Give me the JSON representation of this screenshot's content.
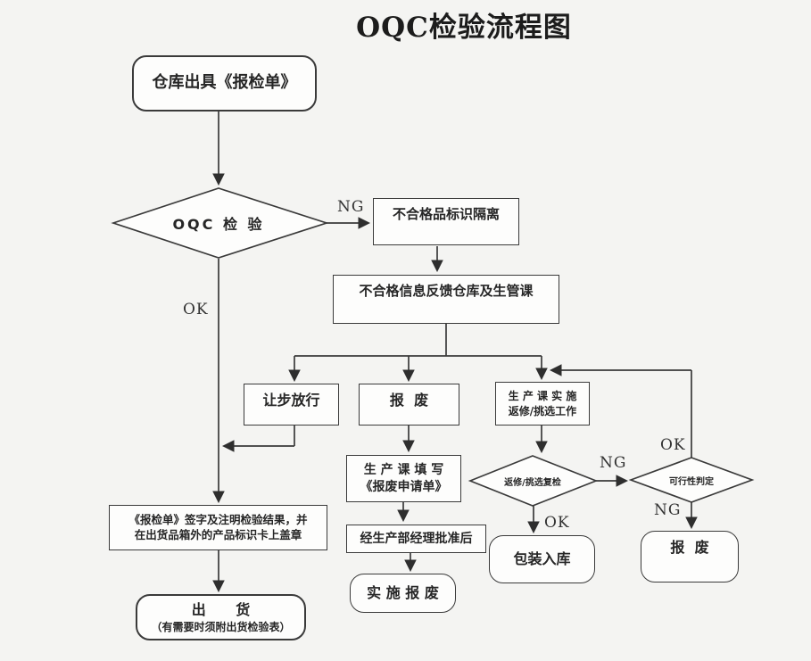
{
  "title": "OQC检验流程图",
  "colors": {
    "line": "#3a3a3a",
    "box_bg": "#fdfdfc",
    "page_bg": "#f4f4f2",
    "text": "#262626"
  },
  "nodes": {
    "start": "仓库出具《报检单》",
    "oqc_decision": "OQC 检 验",
    "ng_isolation": "不合格品标识隔离",
    "feedback": "不合格信息反馈仓库及生管课",
    "concession": "让步放行",
    "scrap_branch": "报  废",
    "rework": {
      "line1": "生 产 课 实 施",
      "line2": "返修/挑选工作"
    },
    "recheck_decision": "返修/挑选复检",
    "feasibility_decision": "可行性判定",
    "fill_scrap_form": {
      "line1": "生 产 课 填 写",
      "line2": "《报废申请单》"
    },
    "manager_approval": "经生产部经理批准后",
    "execute_scrap": "实 施 报 废",
    "packing_storage": "包装入库",
    "scrap_final": "报  废",
    "sign_result": {
      "line1": "《报检单》签字及注明检验结果，并",
      "line2": "在出货品箱外的产品标识卡上盖章"
    },
    "ship": {
      "line1": "出      货",
      "line2": "（有需要时须附出货检验表）"
    }
  },
  "edge_labels": {
    "oqc_ng": "NG",
    "oqc_ok": "OK",
    "recheck_ng": "NG",
    "recheck_ok": "OK",
    "feasibility_ok": "OK",
    "feasibility_ng": "NG"
  }
}
